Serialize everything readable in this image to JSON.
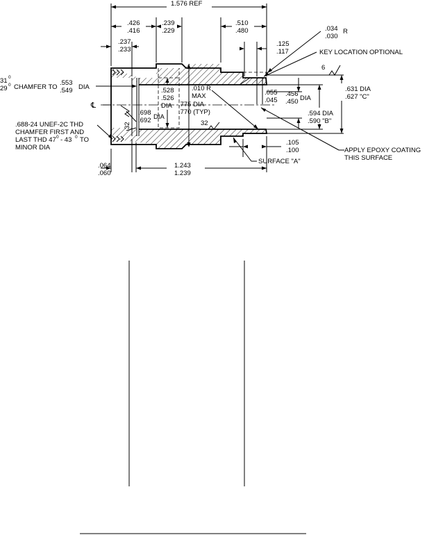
{
  "drawing": {
    "dimensions": {
      "overall_ref": "1.576 REF",
      "thread_length_max": ".426",
      "thread_length_min": ".416",
      "groove_width_max": ".239",
      "groove_width_min": ".229",
      "bore_len_max": ".510",
      "bore_len_min": ".480",
      "step_max": ".125",
      "step_min": ".117",
      "radius_max": ".034",
      "radius_min": ".030",
      "radius_suffix": "R",
      "key_note": "KEY LOCATION OPTIONAL",
      "face_max": ".237",
      "face_min": ".233",
      "chamfer_angle_max": "31",
      "chamfer_angle_min": "29",
      "chamfer_text": "CHAMFER TO",
      "chamfer_dia_max": ".553",
      "chamfer_dia_min": ".549",
      "chamfer_dia_suffix": "DIA",
      "finish_6": "6",
      "finish_32_top": "32",
      "finish_32_left": "32",
      "groove_dia_max": ".528",
      "groove_dia_min": ".526",
      "groove_dia_suffix": "DIA",
      "fillet_r": ".010 R",
      "fillet_max": "MAX",
      "od_dia": ".775 DIA",
      "od_typ": ".770 (TYP)",
      "step_dia_max": ".055",
      "step_dia_min": ".045",
      "key_dia_max": ".456",
      "key_dia_min": ".450",
      "key_dia_suffix": "DIA",
      "c_dia_max": ".631 DIA",
      "c_dia_min": ".627 \"C\"",
      "b_dia_max": ".594 DIA",
      "b_dia_min": ".590 \"B\"",
      "centerline": "℄",
      "inner_dia_max": ".698",
      "inner_dia_min": ".692",
      "inner_dia_suffix": "DIA",
      "thread_note_1": ".688-24 UNEF-2C THD",
      "thread_note_2": "CHAMFER FIRST AND",
      "thread_note_3": "LAST THD 47",
      "thread_note_3b": "- 43",
      "thread_note_3c": "TO",
      "thread_note_4": "MINOR DIA",
      "tail_max": ".105",
      "tail_min": ".100",
      "epoxy_1": "APPLY EPOXY COATING",
      "epoxy_2": "THIS SURFACE",
      "surface_a": "SURFACE \"A\"",
      "lead_max": ".064",
      "lead_min": ".060",
      "length_max": "1.243",
      "length_min": "1.239",
      "deg": "0"
    }
  }
}
